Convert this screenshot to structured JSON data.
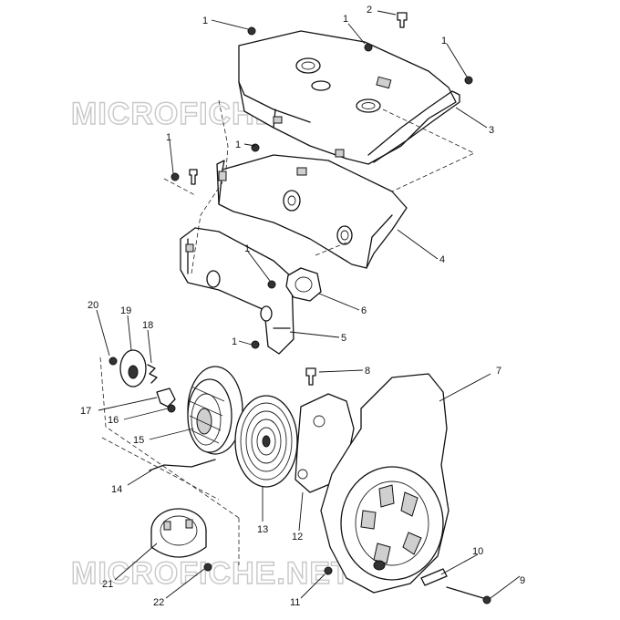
{
  "watermark": {
    "top": "MICROFICHE.NET",
    "bottom": "MICROFICHE.NET"
  },
  "callouts": {
    "c1a": "1",
    "c1b": "1",
    "c2": "2",
    "c1c": "1",
    "c3": "3",
    "c1d": "1",
    "c1e": "1",
    "c4": "4",
    "c1f": "1",
    "c6": "6",
    "c1g": "1",
    "c5": "5",
    "c20": "20",
    "c19": "19",
    "c18": "18",
    "c8": "8",
    "c7": "7",
    "c17": "17",
    "c16": "16",
    "c15": "15",
    "c14": "14",
    "c13": "13",
    "c12": "12",
    "c10": "10",
    "c9": "9",
    "c21": "21",
    "c22": "22",
    "c11": "11"
  }
}
